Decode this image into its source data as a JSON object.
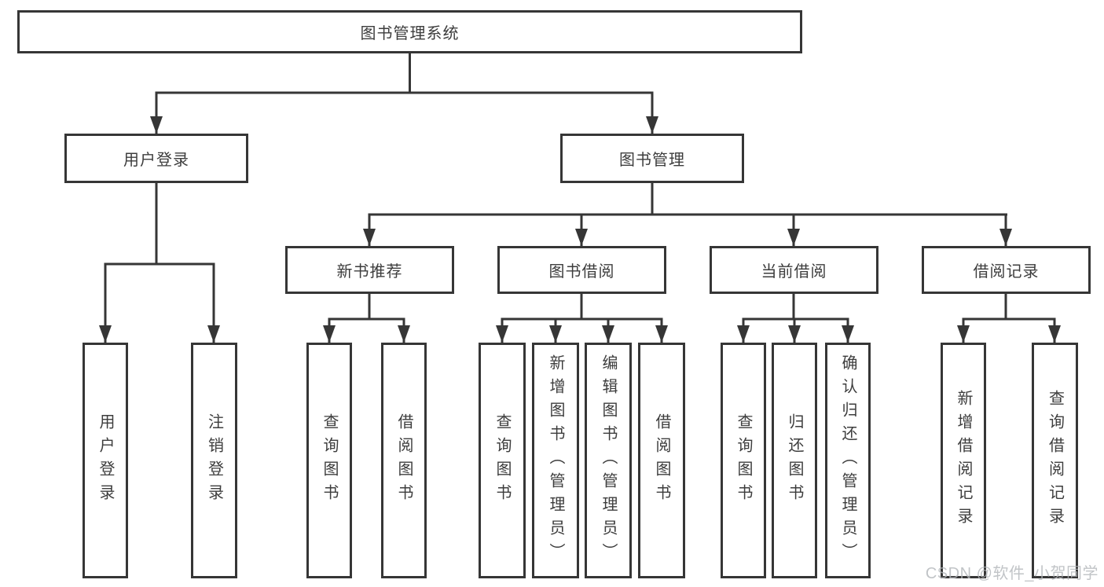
{
  "tree": {
    "root": "图书管理系统",
    "branches": [
      {
        "label": "用户登录",
        "children": [
          "用户登录",
          "注销登录"
        ]
      },
      {
        "label": "图书管理",
        "groups": [
          {
            "label": "新书推荐",
            "children": [
              "查询图书",
              "借阅图书"
            ]
          },
          {
            "label": "图书借阅",
            "children": [
              "查询图书",
              "新增图书（管理员）",
              "编辑图书（管理员）",
              "借阅图书"
            ]
          },
          {
            "label": "当前借阅",
            "children": [
              "查询图书",
              "归还图书",
              "确认归还（管理员）"
            ]
          },
          {
            "label": "借阅记录",
            "children": [
              "新增借阅记录",
              "查询借阅记录"
            ]
          }
        ]
      }
    ]
  },
  "watermark": {
    "text": "CSDN @软件_小贺同学"
  },
  "colors": {
    "line": "#363636",
    "box_border": "#363636",
    "box_fill": "#ffffff",
    "text": "#3d3d3d",
    "watermark": "#b2b6ba",
    "background": "#ffffff"
  }
}
